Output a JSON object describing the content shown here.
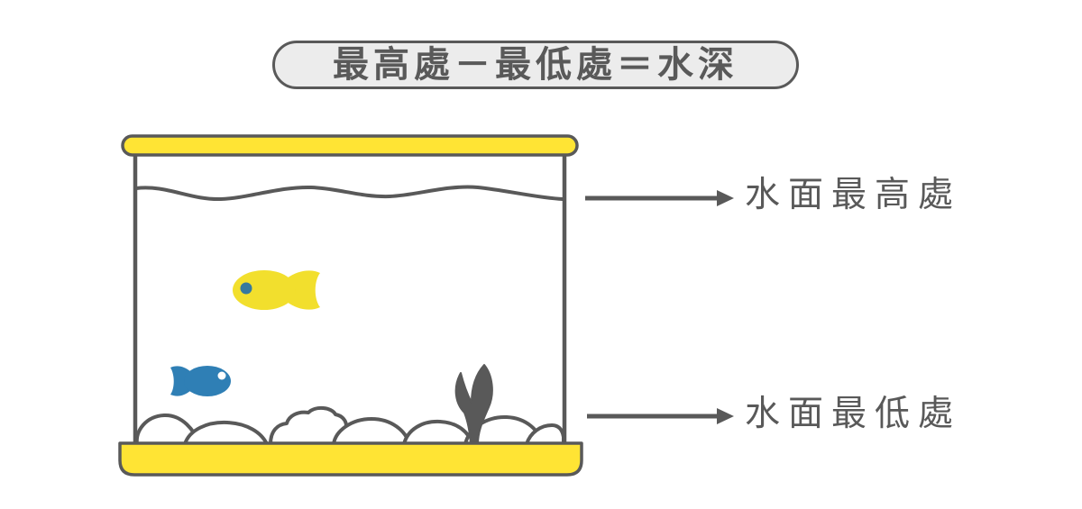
{
  "diagram": {
    "formula": {
      "text": "最高處－最低處＝水深"
    },
    "labels": {
      "water_surface_highest": "水面最高處",
      "water_surface_lowest": "水面最低處"
    },
    "illustration": {
      "description": "fish tank with yellow lid and base, wavy water surface, yellow fish, blue fish, seaweed and pebbles",
      "elements": [
        "tank-lid",
        "tank-walls",
        "water-surface-line",
        "yellow-fish",
        "blue-fish",
        "seaweed",
        "pebbles",
        "tank-base",
        "arrow-to-highest",
        "arrow-to-lowest"
      ]
    },
    "colors": {
      "outline_gray": "#595959",
      "rim_yellow": "#ffe434",
      "fish_yellow": "#f2df2d",
      "fish_blue": "#2f7fb5",
      "fish_eye_blue": "#35789f",
      "banner_fill": "#ececec",
      "background": "#ffffff"
    }
  }
}
